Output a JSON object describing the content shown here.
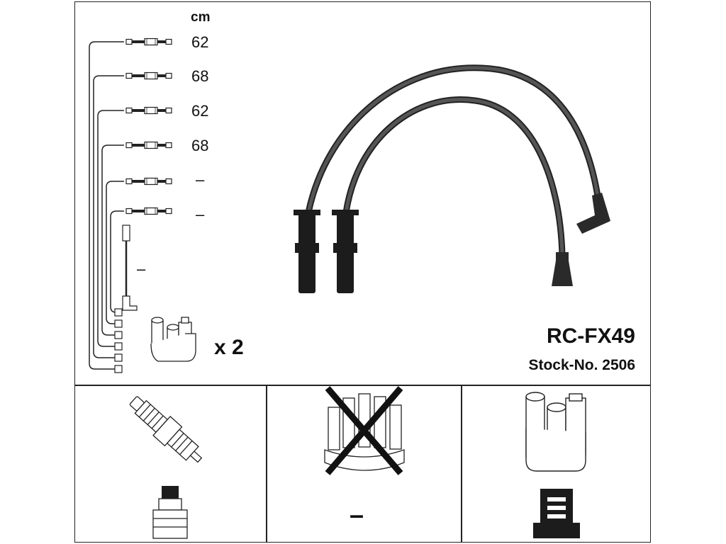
{
  "unit_label": "cm",
  "wire_lengths": [
    "62",
    "68",
    "62",
    "68",
    "–",
    "–"
  ],
  "coil_wire_length": "–",
  "quantity_label": "x 2",
  "product": {
    "model": "RC-FX49",
    "stock_number": "Stock-No. 2506"
  },
  "components": {
    "spark_plug_boot_value": "–"
  },
  "icons": [
    "spark-plug-icon",
    "distributor-cap-icon",
    "ignition-coil-icon",
    "spark-plug-boot-icon",
    "coil-connector-icon"
  ]
}
